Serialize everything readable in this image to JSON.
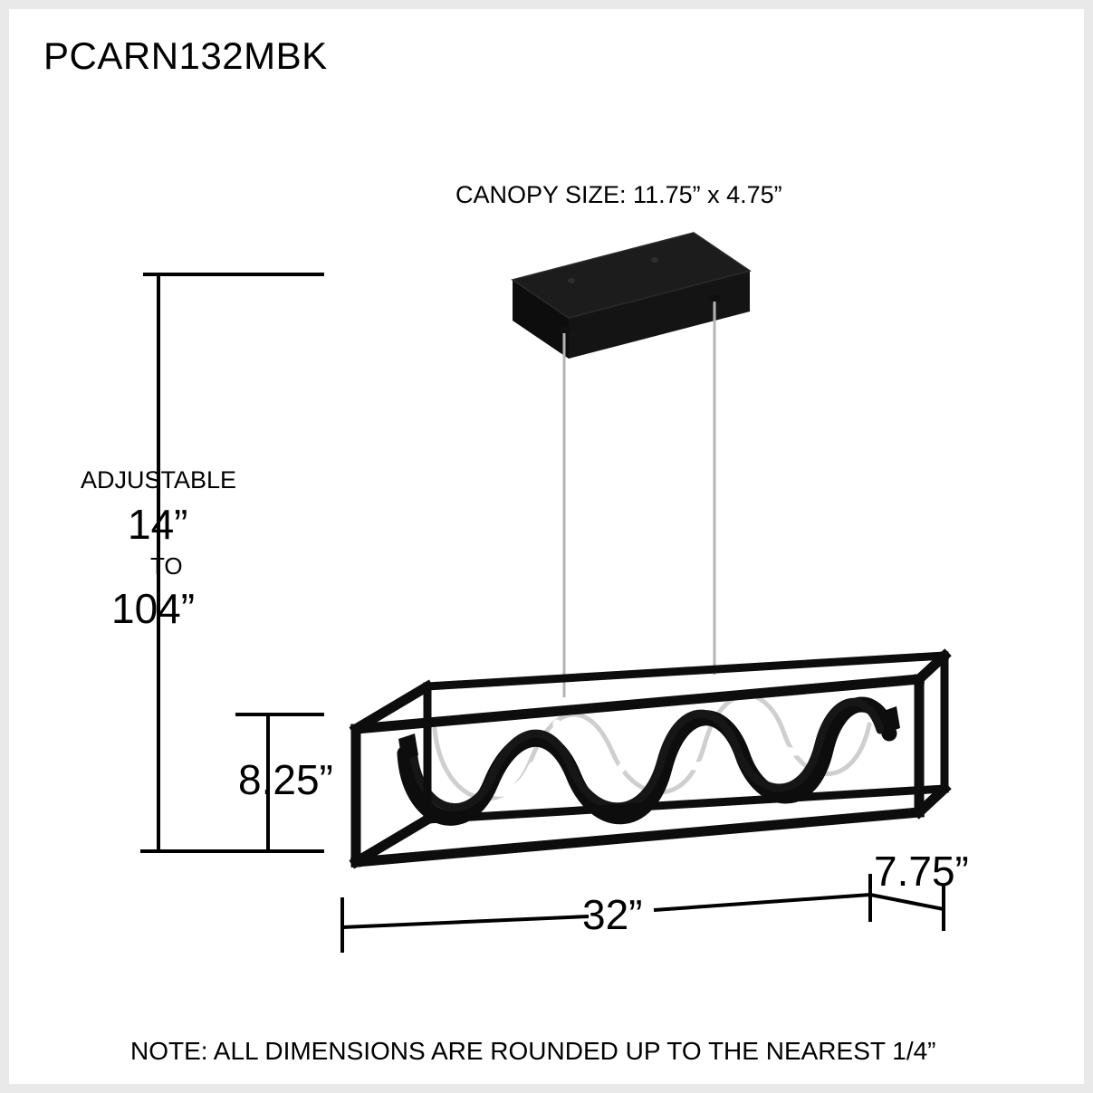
{
  "sheet": {
    "part_number": "PCARN132MBK",
    "note": "NOTE: ALL DIMENSIONS ARE ROUNDED UP TO THE NEAREST 1/4”",
    "border_color": "#e9e9e9",
    "background_color": "#ffffff",
    "line_color": "#000000",
    "fixture_color": "#111111",
    "cable_color": "#b4b4b4"
  },
  "annotations": {
    "canopy_size": "CANOPY SIZE: 11.75” x 4.75”",
    "adjustable_word": "ADJUSTABLE",
    "adjustable_min": "14”",
    "adjustable_to": "TO",
    "adjustable_max": "104”",
    "height": "8.25”",
    "length": "32”",
    "depth": "7.75”"
  },
  "icons": {
    "canopy": "canopy-box-icon",
    "cable": "suspension-cable-icon",
    "cage": "cage-frame-icon",
    "led": "led-wave-ribbon-icon"
  }
}
